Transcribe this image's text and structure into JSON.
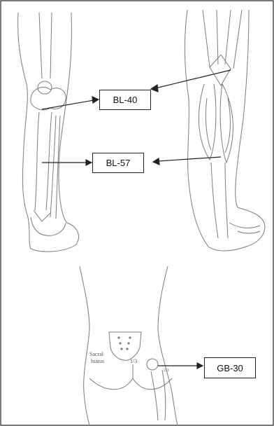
{
  "labels": {
    "bl40": "BL-40",
    "bl57": "BL-57",
    "gb30": "GB-30"
  },
  "annotations": {
    "sacral_a": "Sacral",
    "sacral_b": "hiatus",
    "ratio": "1/3",
    "small_a": "2/3"
  },
  "colors": {
    "ink": "#333333",
    "sketch": "#7a7a7a",
    "frame": "#222222",
    "paper": "#ffffff"
  },
  "icons": [
    "right-arrow-icon",
    "left-arrow-icon"
  ]
}
